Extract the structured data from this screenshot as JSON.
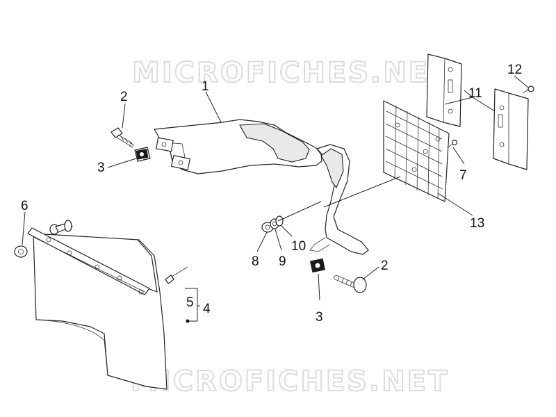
{
  "watermark": {
    "top": "MICROFICHES.NET",
    "bottom": "MICROFICHES.NET"
  },
  "callouts": {
    "c1": "1",
    "c2_top": "2",
    "c2_bottom": "2",
    "c3_top": "3",
    "c3_bottom": "3",
    "c4": "4",
    "c5": "5",
    "c6": "6",
    "c7": "7",
    "c8": "8",
    "c9": "9",
    "c10": "10",
    "c11": "11",
    "c12": "12",
    "c13": "13"
  }
}
